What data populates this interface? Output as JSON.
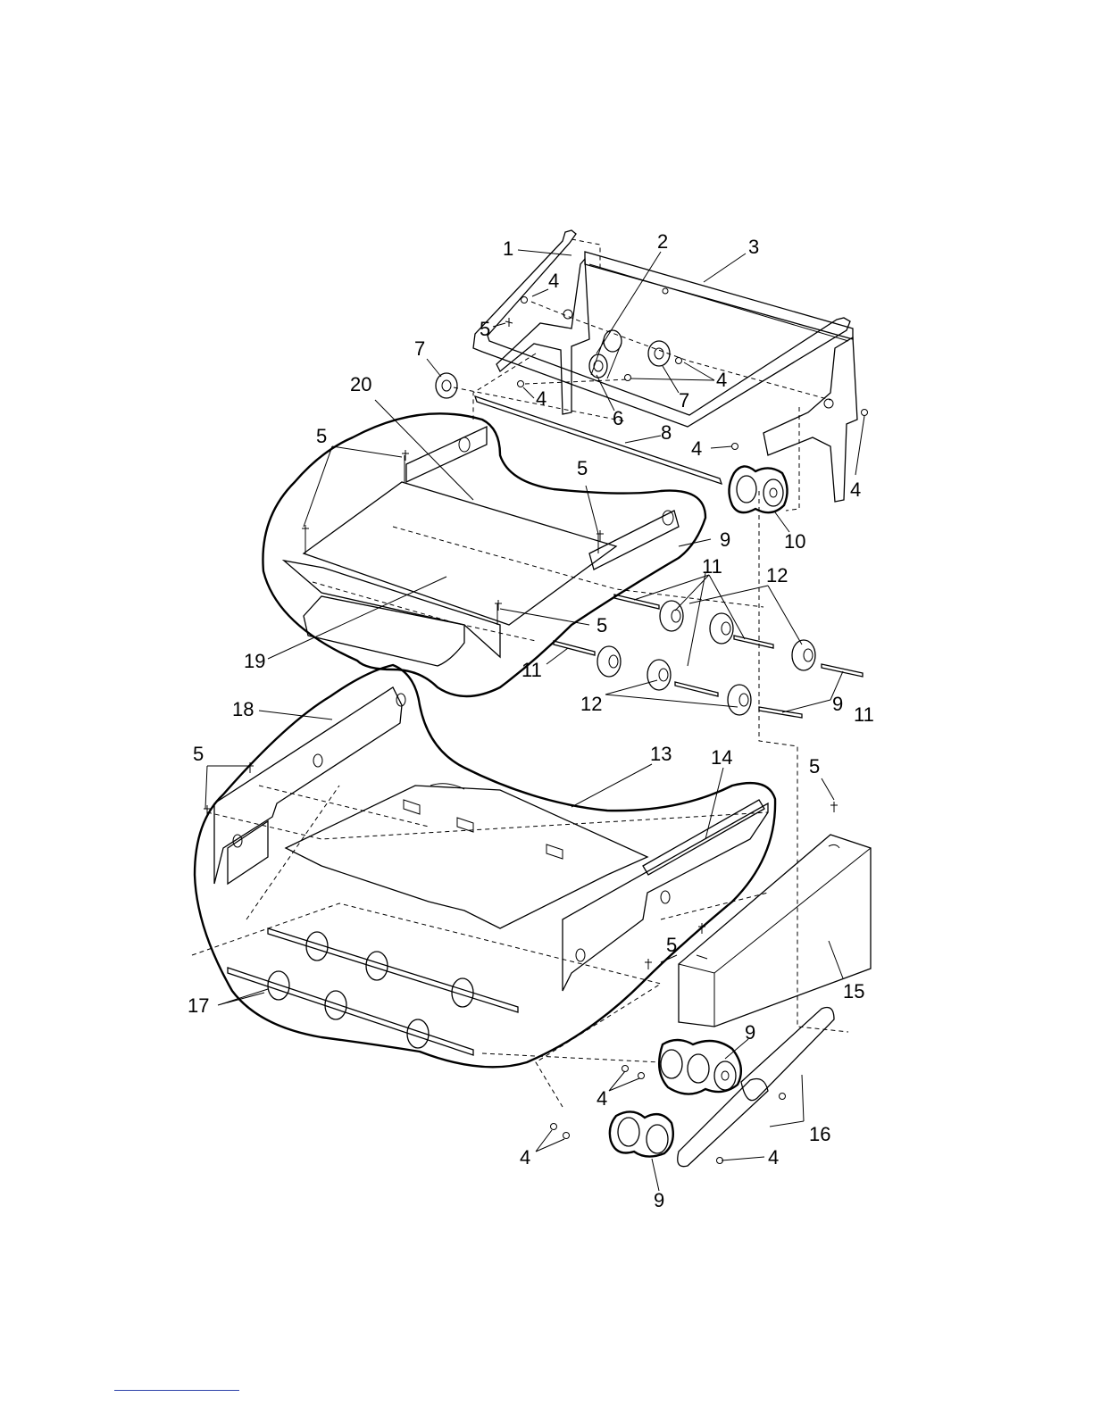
{
  "diagram": {
    "callouts": [
      {
        "id": "c1",
        "text": "1"
      },
      {
        "id": "c2",
        "text": "2"
      },
      {
        "id": "c3",
        "text": "3"
      },
      {
        "id": "c4a",
        "text": "4"
      },
      {
        "id": "c5a",
        "text": "5"
      },
      {
        "id": "c7a",
        "text": "7"
      },
      {
        "id": "c4b",
        "text": "4"
      },
      {
        "id": "c4c",
        "text": "4"
      },
      {
        "id": "c6",
        "text": "6"
      },
      {
        "id": "c7b",
        "text": "7"
      },
      {
        "id": "c20",
        "text": "20"
      },
      {
        "id": "c8",
        "text": "8"
      },
      {
        "id": "c4d",
        "text": "4"
      },
      {
        "id": "c5b",
        "text": "5"
      },
      {
        "id": "c4e",
        "text": "4"
      },
      {
        "id": "c5c",
        "text": "5"
      },
      {
        "id": "c10",
        "text": "10"
      },
      {
        "id": "c9a",
        "text": "9"
      },
      {
        "id": "c11a",
        "text": "11"
      },
      {
        "id": "c12a",
        "text": "12"
      },
      {
        "id": "c5d",
        "text": "5"
      },
      {
        "id": "c19",
        "text": "19"
      },
      {
        "id": "c11b",
        "text": "11"
      },
      {
        "id": "c12b",
        "text": "12"
      },
      {
        "id": "c9b",
        "text": "9"
      },
      {
        "id": "c11c",
        "text": "11"
      },
      {
        "id": "c18",
        "text": "18"
      },
      {
        "id": "c5e",
        "text": "5"
      },
      {
        "id": "c13",
        "text": "13"
      },
      {
        "id": "c14",
        "text": "14"
      },
      {
        "id": "c5f",
        "text": "5"
      },
      {
        "id": "c5g",
        "text": "5"
      },
      {
        "id": "c15",
        "text": "15"
      },
      {
        "id": "c17",
        "text": "17"
      },
      {
        "id": "c9c",
        "text": "9"
      },
      {
        "id": "c4f",
        "text": "4"
      },
      {
        "id": "c16",
        "text": "16"
      },
      {
        "id": "c4g",
        "text": "4"
      },
      {
        "id": "c4h",
        "text": "4"
      },
      {
        "id": "c9d",
        "text": "9"
      }
    ]
  }
}
